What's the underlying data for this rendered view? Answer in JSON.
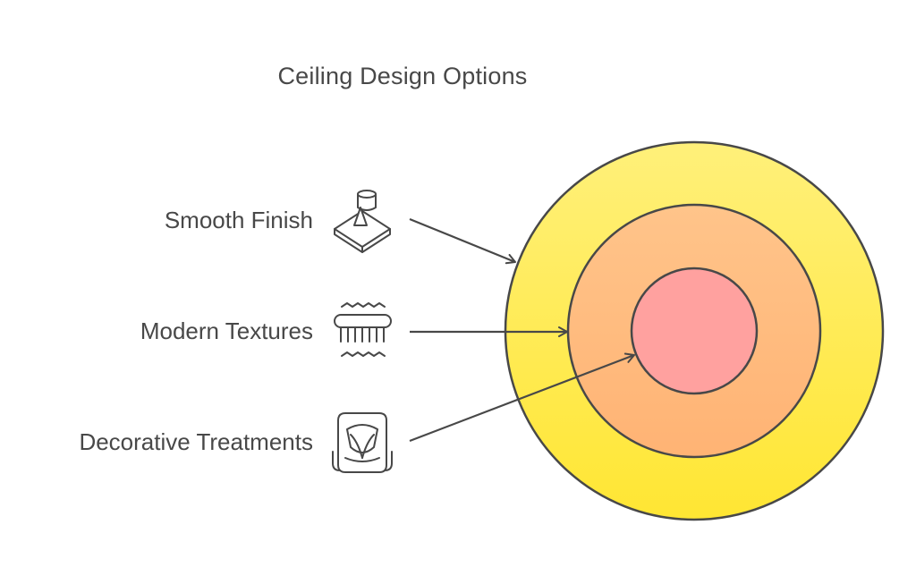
{
  "title": "Ceiling Design Options",
  "items": [
    {
      "label": "Smooth Finish",
      "icon": "sander-icon",
      "target": "outer-ring"
    },
    {
      "label": "Modern Textures",
      "icon": "texture-roller-icon",
      "target": "middle-ring"
    },
    {
      "label": "Decorative Treatments",
      "icon": "ornament-medallion-icon",
      "target": "inner-circle"
    }
  ],
  "colors": {
    "outer_ring_top": "#FFF07A",
    "outer_ring_bottom": "#FFE633",
    "middle_ring_top": "#FFC48A",
    "middle_ring_bottom": "#FFB374",
    "inner_circle": "#FFA19F",
    "stroke": "#484848",
    "text": "#484848"
  }
}
